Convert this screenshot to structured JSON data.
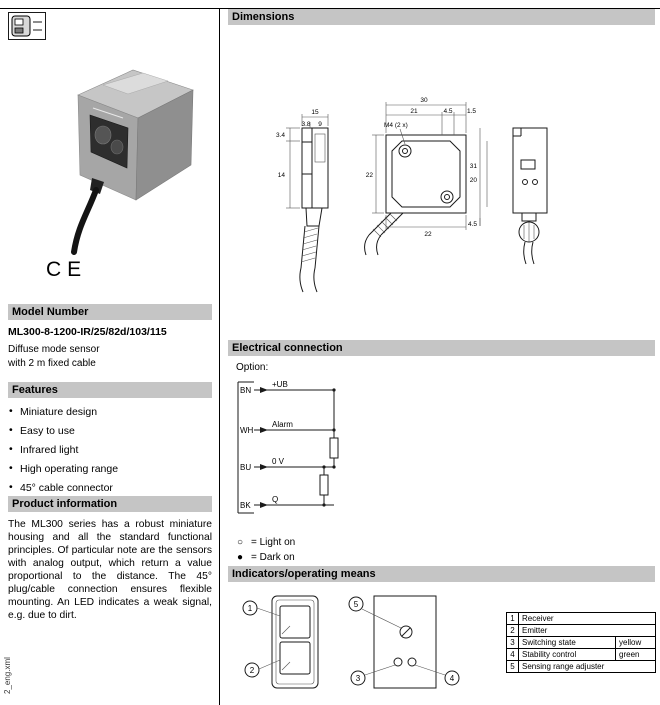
{
  "page": {
    "side_label": "2_eng.xml"
  },
  "left": {
    "ce_mark": "CE",
    "model": {
      "header": "Model Number",
      "value": "ML300-8-1200-IR/25/82d/103/115",
      "description_line1": "Diffuse mode sensor",
      "description_line2": "with 2 m fixed cable"
    },
    "features": {
      "header": "Features",
      "items": [
        "Miniature design",
        "Easy to use",
        "Infrared light",
        "High operating range",
        "45° cable connector"
      ]
    },
    "product_information": {
      "header": "Product information",
      "text": "The ML300 series has a robust miniature housing and all the standard functional principles. Of particular note are the sensors with analog output, which return a value proportional to the distance. The 45° plug/cable connection ensures flexible mounting. An LED indicates a weak signal, e.g. due to dirt."
    }
  },
  "dimensions": {
    "header": "Dimensions",
    "labels": {
      "side_width": "15",
      "side_w1": "3.8",
      "side_w2": "9",
      "side_h1": "3.4",
      "side_h2": "14",
      "front_screw": "M4 (2 x)",
      "front_width": "30",
      "front_w1": "21",
      "front_w2": "4.5",
      "front_w3": "1.5",
      "front_height": "22",
      "front_bottom_width": "22",
      "right_h1": "31",
      "right_h2": "20",
      "right_w1": "4.5"
    }
  },
  "electrical": {
    "header": "Electrical connection",
    "option_label": "Option:",
    "wires": [
      {
        "abbr": "BN",
        "label": "+UB"
      },
      {
        "abbr": "WH",
        "label": "Alarm"
      },
      {
        "abbr": "BU",
        "label": "0 V"
      },
      {
        "abbr": "BK",
        "label": "Q"
      }
    ],
    "legend": [
      {
        "symbol": "○",
        "text": "= Light on"
      },
      {
        "symbol": "●",
        "text": "= Dark on"
      }
    ]
  },
  "indicators": {
    "header": "Indicators/operating means",
    "callouts": [
      "1",
      "2",
      "3",
      "4",
      "5"
    ],
    "table": [
      {
        "num": "1",
        "label": "Receiver",
        "value": ""
      },
      {
        "num": "2",
        "label": "Emitter",
        "value": ""
      },
      {
        "num": "3",
        "label": "Switching state",
        "value": "yellow"
      },
      {
        "num": "4",
        "label": "Stability control",
        "value": "green"
      },
      {
        "num": "5",
        "label": "Sensing range adjuster",
        "value": ""
      }
    ]
  }
}
